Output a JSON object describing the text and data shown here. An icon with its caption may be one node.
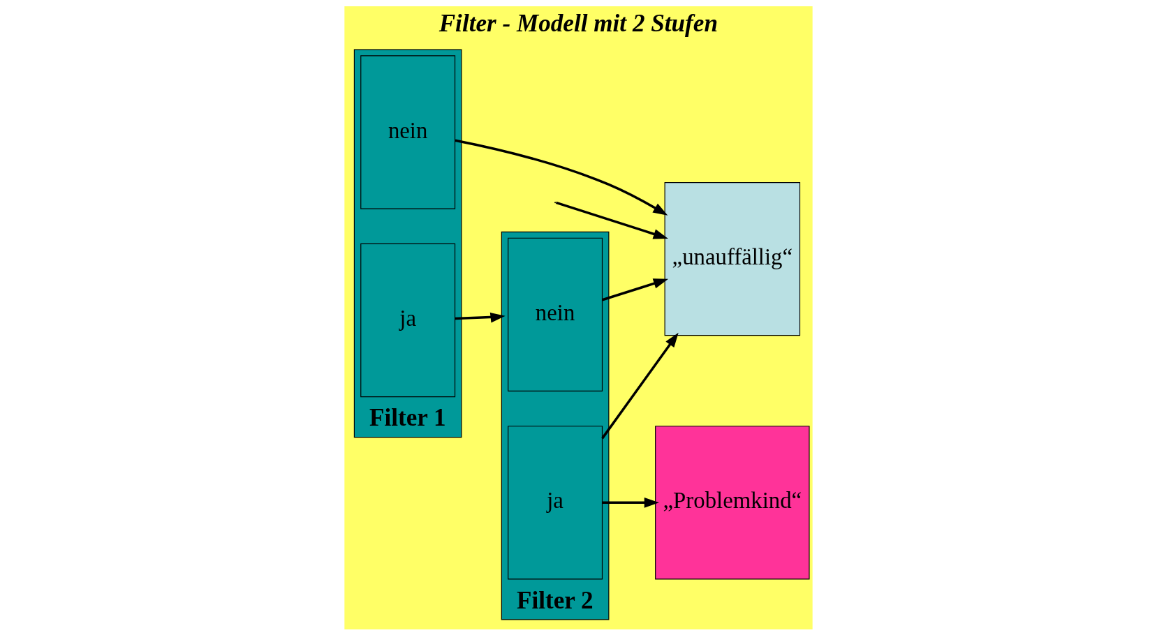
{
  "diagram": {
    "title": "Filter - Modell mit 2 Stufen",
    "nodes": [
      {
        "text": [
          "Filter 1"
        ]
      },
      {
        "text": [
          "nein"
        ],
        "in": 0
      },
      {
        "text": [
          "ja"
        ],
        "in": 0
      },
      {
        "text": [
          "Filter 2"
        ]
      },
      {
        "text": [
          "nein"
        ],
        "in": 3
      },
      {
        "text": [
          "ja"
        ],
        "in": 3
      },
      {
        "text": [
          "„Problemkind“"
        ]
      },
      {
        "text": [
          "„unauffällig“"
        ]
      }
    ],
    "edges": [
      {
        "from": 2,
        "to": 3,
        "arrow": "to"
      },
      {
        "from": 5,
        "to": 6,
        "arrow": "to"
      },
      {
        "from": 5,
        "to": 7,
        "arrow": "to"
      },
      {
        "from": 1,
        "to": 7,
        "arrow": "to"
      },
      {
        "from": 4,
        "to": 7,
        "arrow": "to"
      },
      {
        "from": null,
        "to": 7,
        "arrow": "to"
      }
    ]
  }
}
